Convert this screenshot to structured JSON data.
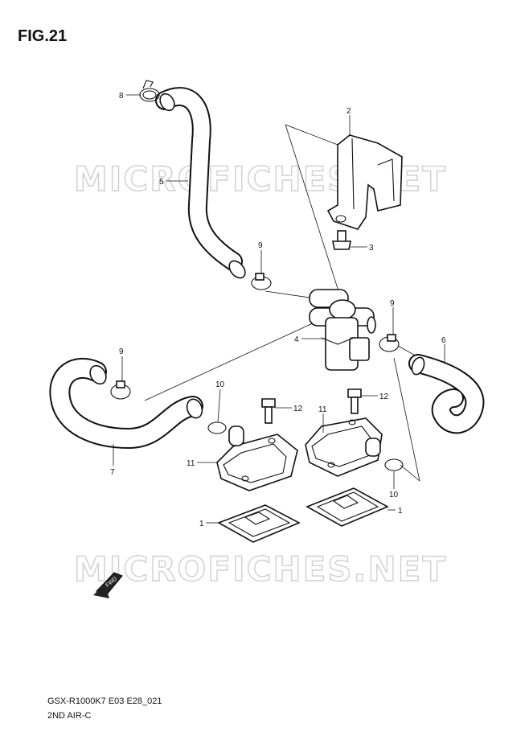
{
  "figure": {
    "title": "FIG.21"
  },
  "footer": {
    "code": "GSX-R1000K7 E03 E28_021",
    "name": "2ND AIR-C"
  },
  "watermark": {
    "text": "MICROFICHES.NET"
  },
  "direction_badge": {
    "text": "FWD"
  },
  "callouts": {
    "c1a": "1",
    "c1b": "1",
    "c2": "2",
    "c3": "3",
    "c4": "4",
    "c5": "5",
    "c6": "6",
    "c7": "7",
    "c8": "8",
    "c9a": "9",
    "c9b": "9",
    "c9c": "9",
    "c10a": "10",
    "c10b": "10",
    "c11a": "11",
    "c11b": "11",
    "c12a": "12",
    "c12b": "12"
  }
}
